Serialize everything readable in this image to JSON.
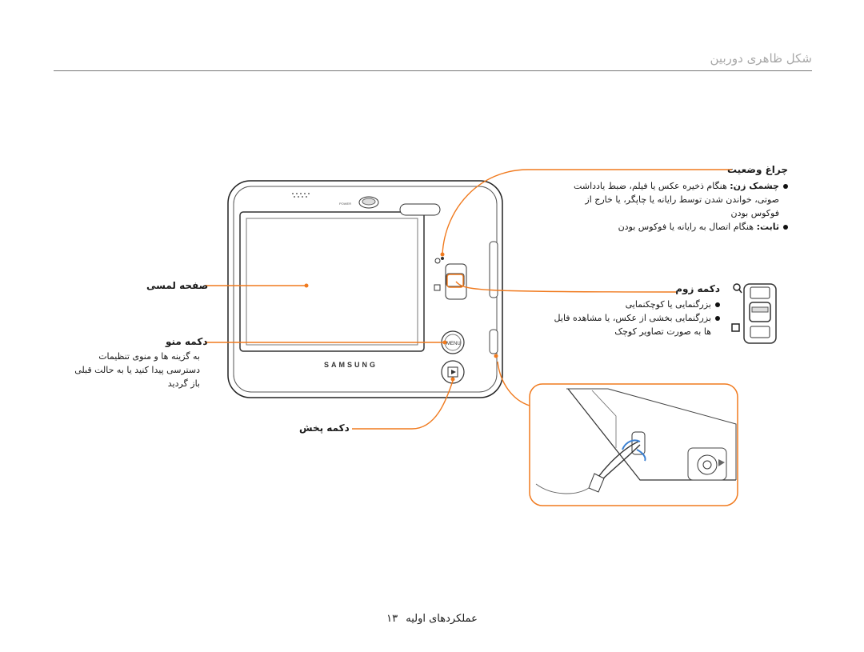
{
  "header": {
    "title": "شکل ظاهری دوربین"
  },
  "callouts": {
    "status_lamp": {
      "title": "چراغ وضعیت",
      "lines": [
        "چشمک زن: هنگام ذخیره عکس یا فیلم، ضبط یادداشت",
        "صوتی، خواندن شدن توسط رایانه یا چاپگر، یا خارج از",
        "فوکوس بودن",
        "ثابت: هنگام اتصال به رایانه یا فوکوس بودن"
      ],
      "bold_prefixes": [
        "چشمک زن:",
        "ثابت:"
      ]
    },
    "zoom_button": {
      "title": "دکمه زوم",
      "lines": [
        "بزرگنمایی یا کوچکنمایی",
        "بزرگنمایی بخشی از عکس، یا مشاهده فایل",
        "ها به صورت تصاویر کوچک"
      ]
    },
    "touch_screen": {
      "title": "صفحه لمسی"
    },
    "menu_button": {
      "title": "دکمه منو",
      "lines": [
        "به گزینه ها و منوی تنظیمات",
        "دسترسی پیدا کنید یا به حالت قبلی",
        "باز گردید"
      ]
    },
    "playback_button": {
      "title": "دکمه پخش"
    }
  },
  "camera": {
    "brand": "SAMSUNG",
    "power_label": "POWER",
    "menu_label": "MENU"
  },
  "footer": {
    "section": "عملکردهای اولیه",
    "page": "۱۳"
  },
  "colors": {
    "callout": "#f07a1e",
    "rule": "#777777"
  }
}
